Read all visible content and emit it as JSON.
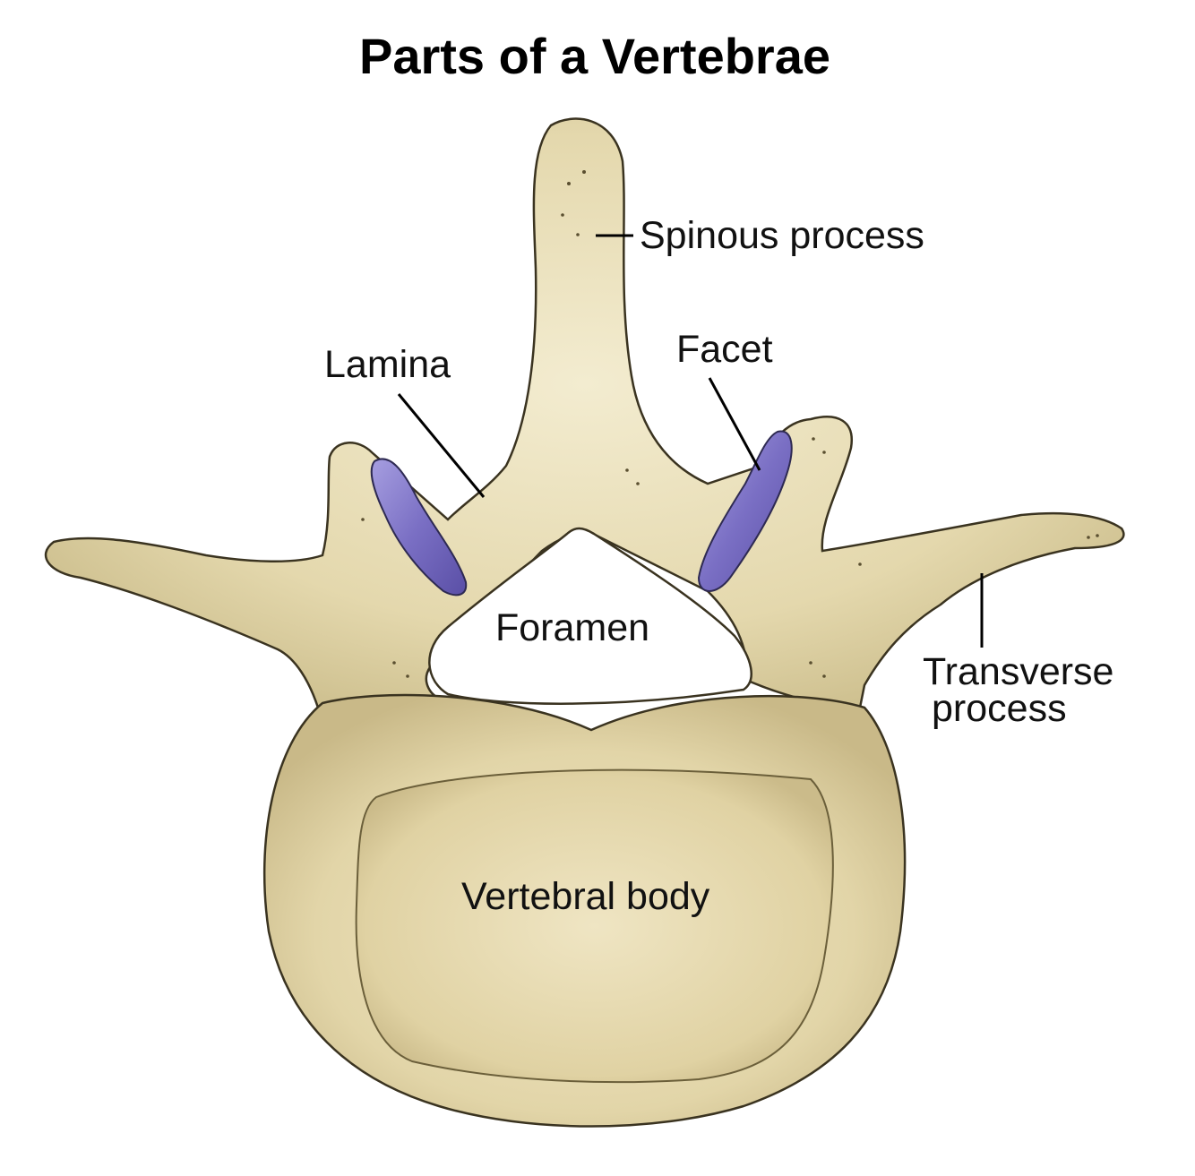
{
  "title": "Parts of a Vertebrae",
  "labels": {
    "spinous_process": "Spinous process",
    "lamina": "Lamina",
    "facet": "Facet",
    "foramen": "Foramen",
    "transverse_process_line1": "Transverse",
    "transverse_process_line2": "process",
    "vertebral_body": "Vertebral body"
  },
  "colors": {
    "bone_light": "#ede4c0",
    "bone_mid": "#dccfa0",
    "bone_dark": "#a89a6a",
    "bone_outline": "#3a3320",
    "facet_fill": "#7a6fc4",
    "facet_highlight": "#a69ee0",
    "facet_outline": "#2e2a52",
    "background": "#ffffff"
  }
}
